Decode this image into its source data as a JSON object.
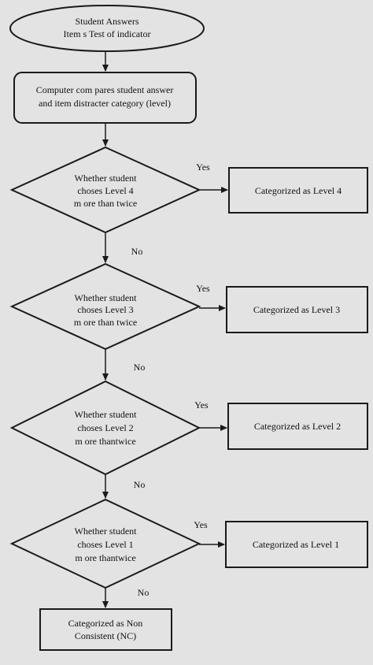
{
  "start": {
    "lines": [
      "Student Answers",
      "Item s Test of indicator"
    ]
  },
  "process": {
    "lines": [
      "Computer com pares student answer",
      "and item  distracter category (level)"
    ]
  },
  "decisions": [
    {
      "lines": [
        "Whether student",
        "choses Level 4",
        "m ore than twice"
      ],
      "yes_label": "Yes",
      "no_label": "No",
      "result": "Categorized as Level 4"
    },
    {
      "lines": [
        "Whether student",
        "choses Level 3",
        "m ore than twice"
      ],
      "yes_label": "Yes",
      "no_label": "No",
      "result": "Categorized as Level 3"
    },
    {
      "lines": [
        "Whether student",
        "choses Level 2",
        "m ore thantwice"
      ],
      "yes_label": "Yes",
      "no_label": "No",
      "result": "Categorized as Level 2"
    },
    {
      "lines": [
        "Whether student",
        "choses Level 1",
        "m ore thantwice"
      ],
      "yes_label": "Yes",
      "no_label": "No",
      "result": "Categorized as Level 1"
    }
  ],
  "final": {
    "lines": [
      "Categorized as Non",
      "Consistent (NC)"
    ]
  },
  "colors": {
    "background": "#e3e3e3",
    "stroke": "#1a1a1a",
    "text": "#111111"
  }
}
